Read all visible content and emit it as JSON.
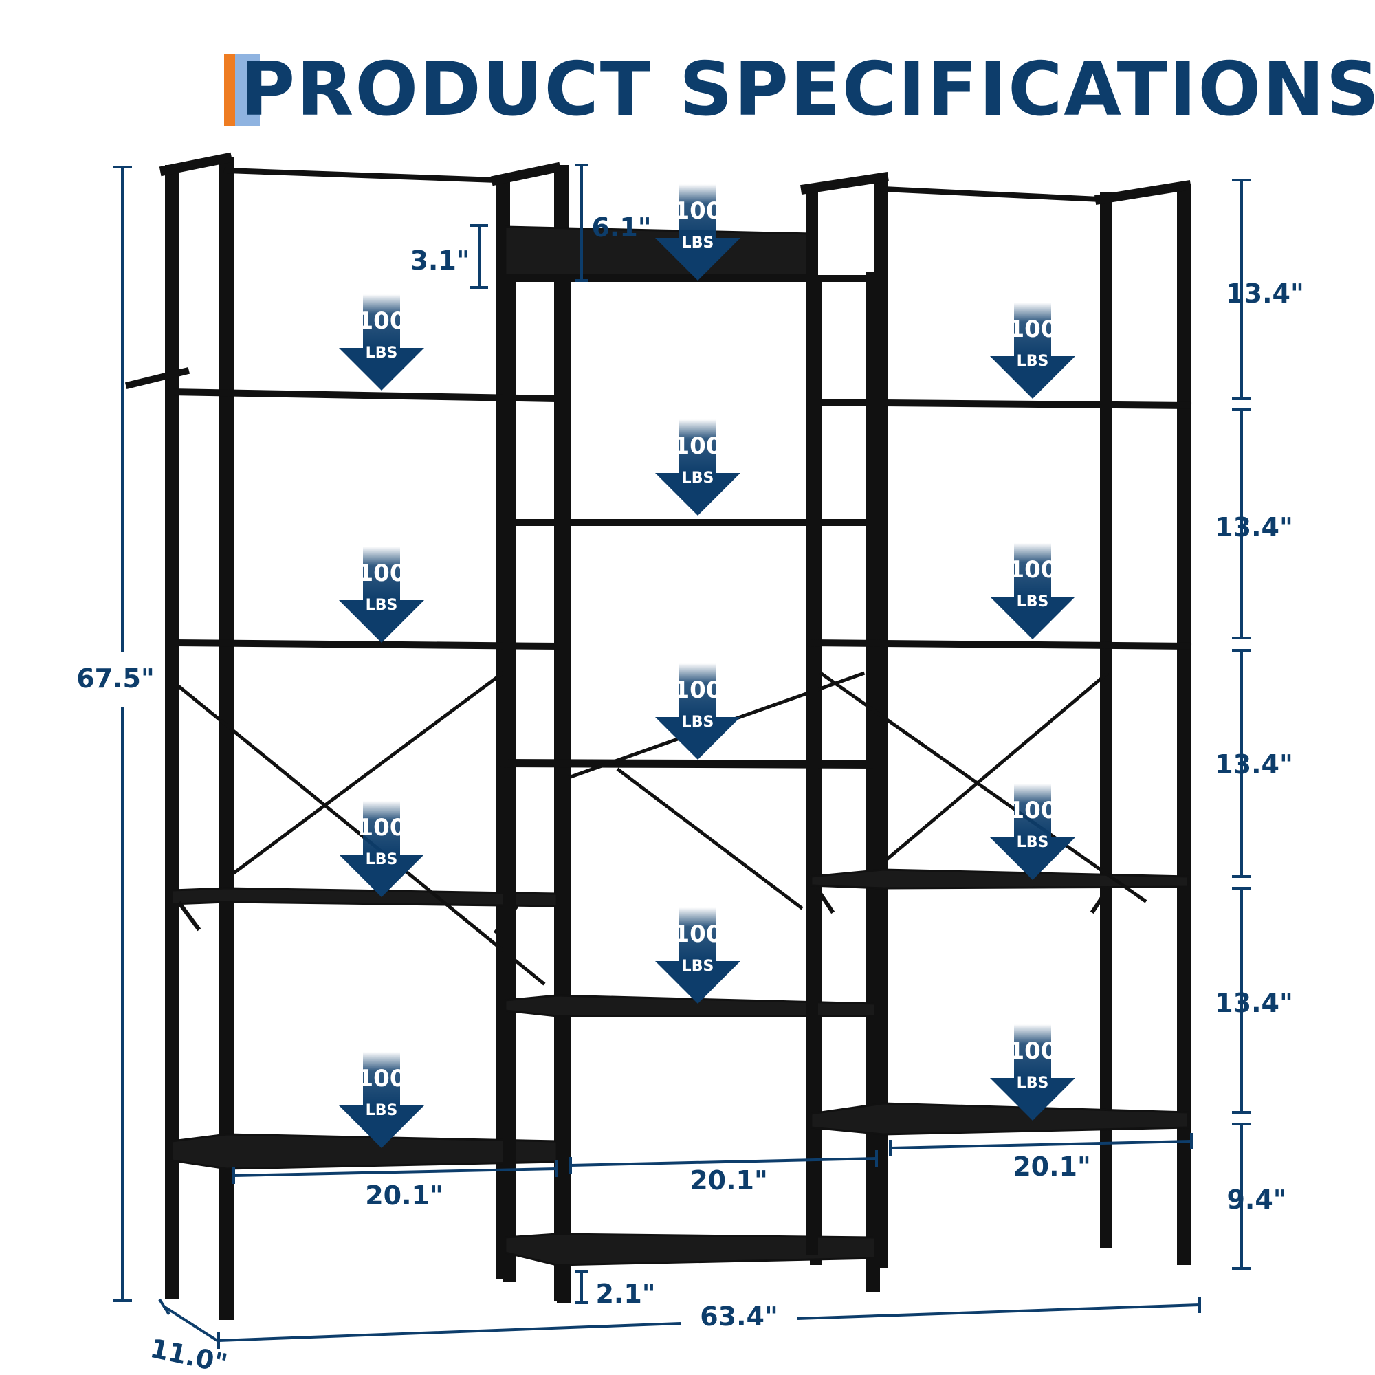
{
  "title": "PRODUCT SPECIFICATIONS",
  "colors": {
    "navy": "#0d3d6b",
    "accent_orange": "#ee7c22",
    "accent_blue": "#8fb3e0",
    "frame": "#111111"
  },
  "load": {
    "value": "100",
    "unit": "LBS"
  },
  "dimensions": {
    "total_height": "67.5\"",
    "total_width": "63.4\"",
    "depth": "11.0\"",
    "top_rail": "3.1\"",
    "middle_top_gap": "6.1\"",
    "bottom_clearance": "2.1\"",
    "shelf_spacing": [
      "13.4\"",
      "13.4\"",
      "13.4\"",
      "13.4\""
    ],
    "bottom_spacing": "9.4\"",
    "unit_widths": [
      "20.1\"",
      "20.1\"",
      "20.1\""
    ]
  }
}
